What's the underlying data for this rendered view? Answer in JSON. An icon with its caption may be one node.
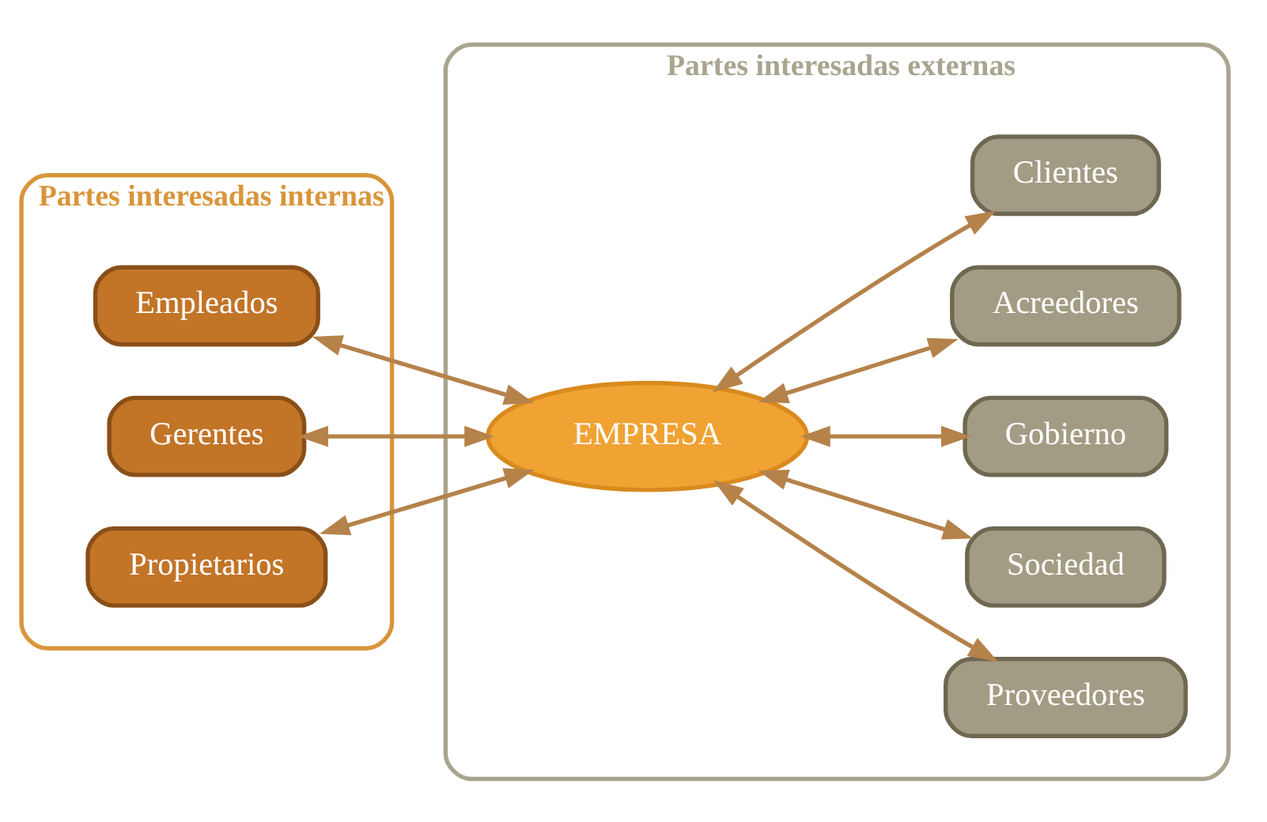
{
  "diagram": {
    "nodes": [
      {
        "text": [
          "Partes interesadas internas"
        ]
      },
      {
        "text": [
          "Empleados"
        ],
        "in": 0
      },
      {
        "text": [
          "Gerentes"
        ],
        "in": 0
      },
      {
        "text": [
          "Propietarios"
        ],
        "in": 0
      },
      {
        "text": [
          "Partes interesadas externas"
        ]
      },
      {
        "text": [
          "Proveedores"
        ],
        "in": 4
      },
      {
        "text": [
          "Sociedad"
        ],
        "in": 4
      },
      {
        "text": [
          "Gobierno"
        ],
        "in": 4
      },
      {
        "text": [
          "Acreedores"
        ],
        "in": 4
      },
      {
        "text": [
          "Clientes"
        ],
        "in": 4
      },
      {
        "text": [
          "EMPRESA"
        ],
        "in": 4
      }
    ],
    "edges": [
      {
        "from": 1,
        "to": 10,
        "arrow": "both"
      },
      {
        "from": 2,
        "to": 10,
        "arrow": "both"
      },
      {
        "from": 3,
        "to": 10,
        "arrow": "both"
      },
      {
        "from": 10,
        "to": 5,
        "arrow": "both"
      },
      {
        "from": 10,
        "to": 6,
        "arrow": "both"
      },
      {
        "from": 10,
        "to": 7,
        "arrow": "both"
      },
      {
        "from": 10,
        "to": 8,
        "arrow": "both"
      },
      {
        "from": 10,
        "to": 9,
        "arrow": "both"
      }
    ]
  }
}
